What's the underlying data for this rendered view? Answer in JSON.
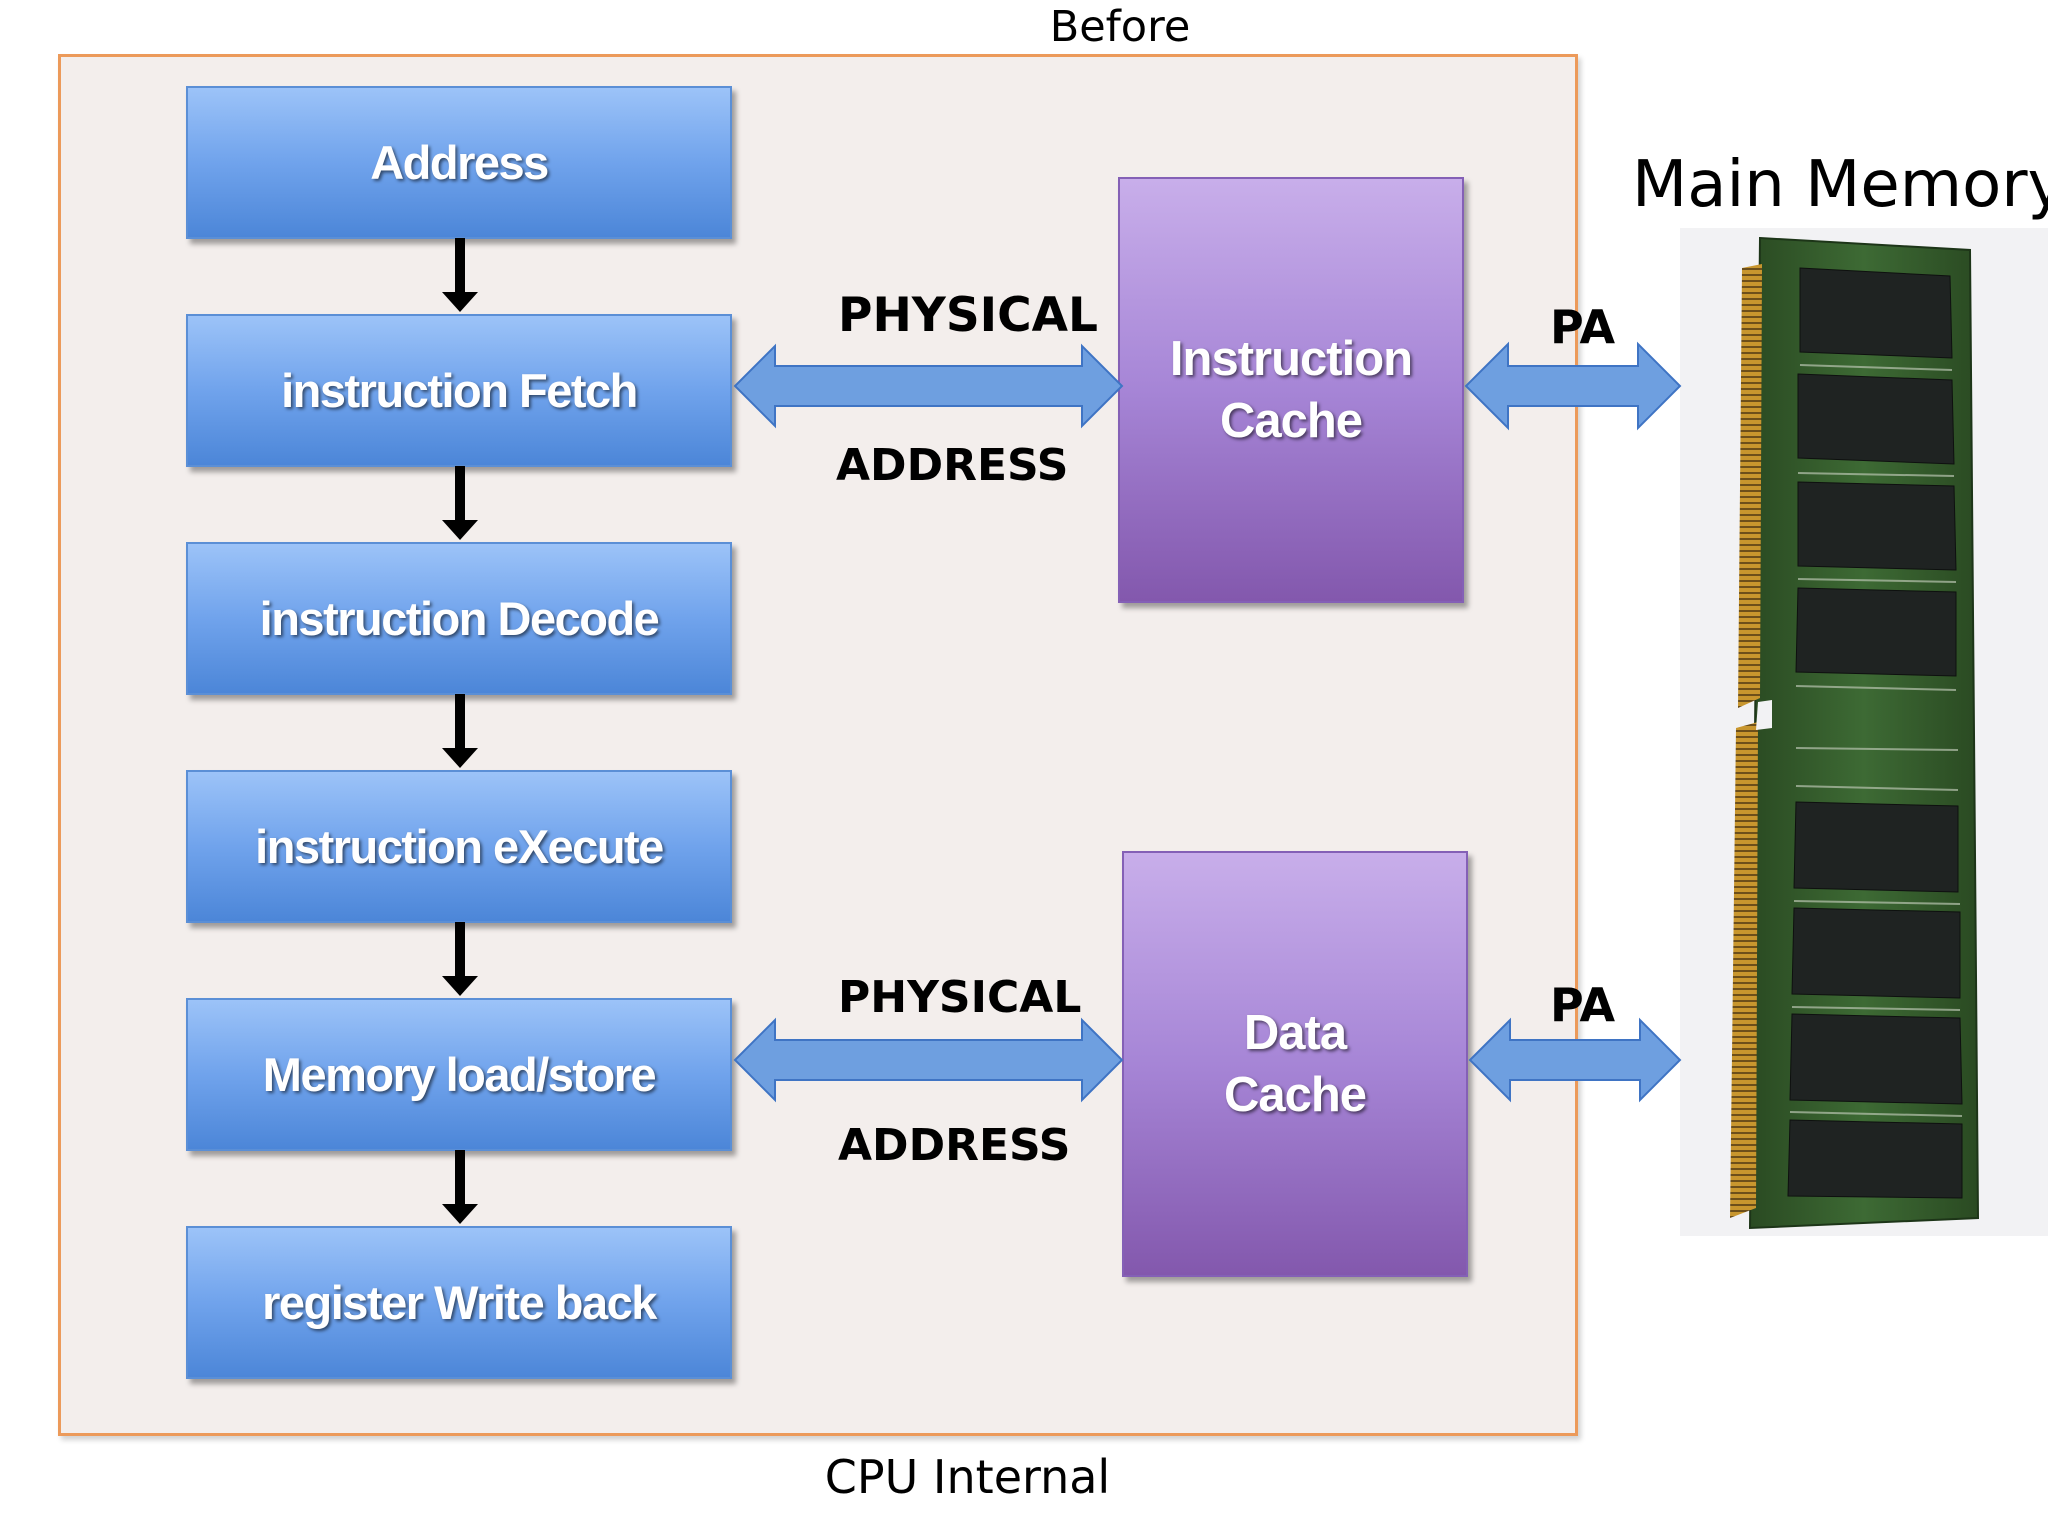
{
  "title": "Before",
  "cpu_label": "CPU Internal",
  "pipeline_stages": [
    "Address",
    "instruction Fetch",
    "instruction Decode",
    "instruction eXecute",
    "Memory load/store",
    "register Write back"
  ],
  "instruction_cache": {
    "label": "Instruction\nCache",
    "bus_top": "PHYSICAL",
    "bus_bottom": "ADDRESS",
    "pa_label": "PA"
  },
  "data_cache": {
    "label": "Data\nCache",
    "bus_top": "PHYSICAL",
    "bus_bottom": "ADDRESS",
    "pa_label": "PA"
  },
  "main_memory": {
    "label": "Main Memory"
  },
  "colors": {
    "cpu_border": "#ec9a5a",
    "cpu_fill": "#f3eeec",
    "stage_blue": "#70a3ec",
    "cache_purple": "#a685d6",
    "bus_arrow": "#6e9fe0",
    "ram_pcb": "#2f5a2a"
  }
}
